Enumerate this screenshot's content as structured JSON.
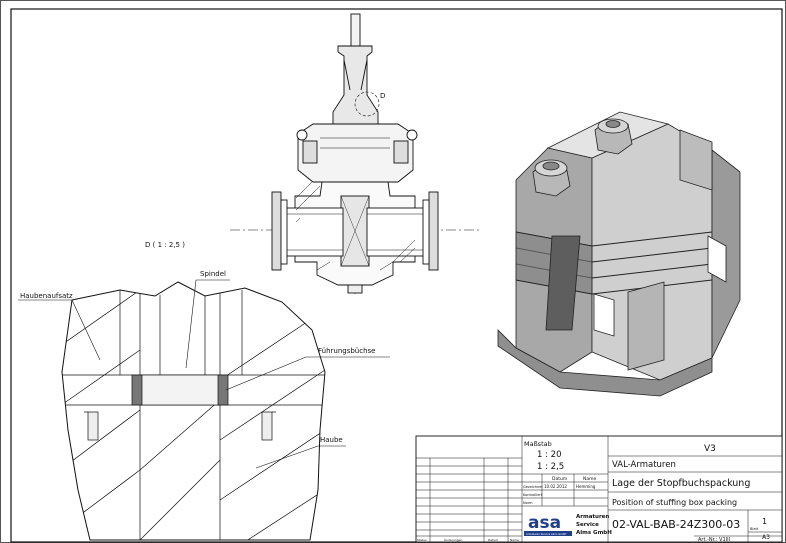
{
  "detail": {
    "title": "D ( 1 : 2,5 )",
    "marker": "D",
    "labels": {
      "haubenaufsatz": "Haubenaufsatz",
      "spindel": "Spindel",
      "fuehrungsbuechse": "Führungsbüchse",
      "haube": "Haube"
    }
  },
  "title_block": {
    "scale_label": "Maßstab",
    "scale_1": "1 : 20",
    "scale_2": "1 : 2,5",
    "datum_label": "Datum",
    "name_label": "Name",
    "gezeichnet_label": "Gezeichnet",
    "gezeichnet_date": "10.02.2012",
    "gezeichnet_name": "Hemming",
    "kontrolliert_label": "Kontrolliert",
    "norm_label": "Norm",
    "version": "V3",
    "company_line": "VAL-Armaturen",
    "title_de": "Lage der Stopfbuchspackung",
    "title_en": "Position of stuffing box packing",
    "drawing_number": "02-VAL-BAB-24Z300-03",
    "sheet": "1",
    "blatt_label": "Blatt",
    "format": "A3",
    "art_nr": "Art.-Nr.: V1III",
    "logo_text": "asa",
    "logo_sub": "Armaturen Service Alms GmbH",
    "company_name_1": "Armaturen",
    "company_name_2": "Service",
    "company_name_3": "Alms GmbH",
    "footer_cols": [
      "Status",
      "Änderungen",
      "Datum",
      "Name"
    ]
  }
}
